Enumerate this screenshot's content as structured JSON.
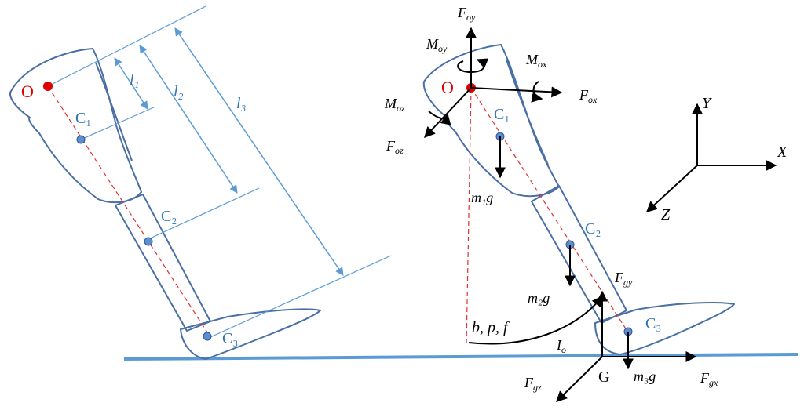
{
  "left_figure": {
    "origin_label": "O",
    "c1_label": "C₁",
    "c2_label": "C₂",
    "c3_label": "C₃",
    "l1_label": "l₁",
    "l2_label": "l₂",
    "l3_label": "l₃"
  },
  "right_figure": {
    "origin_label": "O",
    "c1_label": "C₁",
    "c2_label": "C₂",
    "c3_label": "C₃",
    "g_label": "G",
    "f_oy": "F",
    "f_oy_sub": "oy",
    "f_ox": "F",
    "f_ox_sub": "ox",
    "f_oz": "F",
    "f_oz_sub": "oz",
    "m_oy": "M",
    "m_oy_sub": "oy",
    "m_ox": "M",
    "m_ox_sub": "ox",
    "m_oz": "M",
    "m_oz_sub": "oz",
    "m1g": "m₁g",
    "m2g": "m₂g",
    "m3g": "m₃g",
    "f_gy": "F",
    "f_gy_sub": "gy",
    "f_gx": "F",
    "f_gx_sub": "gx",
    "f_gz": "F",
    "f_gz_sub": "gz",
    "bpf": "b, p, f",
    "io": "I",
    "io_sub": "o"
  },
  "axes": {
    "x": "X",
    "y": "Y",
    "z": "Z"
  },
  "colors": {
    "outline": "#4a6fa5",
    "dimension": "#5b9bd5",
    "label_blue": "#2f75b5",
    "origin_red": "#e00000",
    "ground": "#5b9bd5"
  }
}
